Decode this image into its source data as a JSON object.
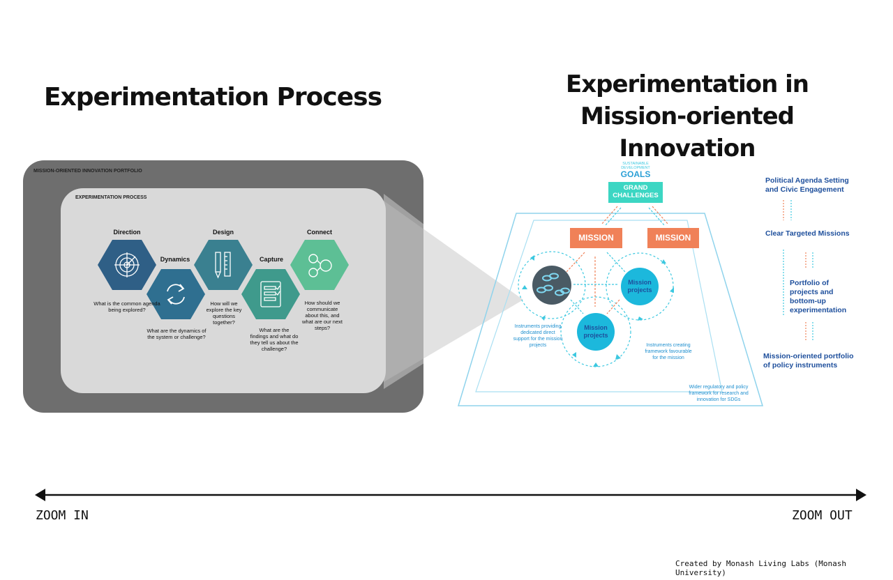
{
  "titles": {
    "left": "Experimentation Process",
    "right": "Experimentation in Mission-oriented Innovation"
  },
  "left_panel": {
    "portfolio_label": "MISSION-ORIENTED INNOVATION PORTFOLIO",
    "process_label": "EXPERIMENTATION PROCESS",
    "steps": [
      {
        "title": "Direction",
        "question": "What is the common agenda being explored?",
        "color": "#2f5f86",
        "icon": "radar-icon"
      },
      {
        "title": "Dynamics",
        "question": "What are the dynamics of the system or challenge?",
        "color": "#2f6f90",
        "icon": "refresh-icon"
      },
      {
        "title": "Design",
        "question": "How will we explore the key questions together?",
        "color": "#3a8090",
        "icon": "pencil-ruler-icon"
      },
      {
        "title": "Capture",
        "question": "What are the findings and what do they tell us about the challenge?",
        "color": "#3f9a8c",
        "icon": "checklist-icon"
      },
      {
        "title": "Connect",
        "question": "How should we communicate about this, and what are our next steps?",
        "color": "#5dbf95",
        "icon": "network-icon"
      }
    ]
  },
  "right_panel": {
    "sdg_lines": [
      "SUSTAINABLE",
      "DEVELOPMENT",
      "GOALS"
    ],
    "grand_challenges": "GRAND CHALLENGES",
    "mission_left": "MISSION",
    "mission_right": "MISSION",
    "mission_projects_1": "Mission projects",
    "mission_projects_2": "Mission projects",
    "instruments_left": "Instruments providing dedicated direct support for the mission projects",
    "instruments_right": "Instruments creating framework favourable for the mission",
    "wider_framework": "Wider regulatory and policy framework for research and innovation for SDGs",
    "levels": [
      "Political Agenda Setting and Civic Engagement",
      "Clear Targeted Missions",
      "Portfolio of projects and bottom-up experimentation",
      "Mission-oriented portfolio of policy instruments"
    ]
  },
  "axis": {
    "left": "ZOOM IN",
    "right": "ZOOM OUT"
  },
  "credit": "Created by Monash Living Labs (Monash University)",
  "colors": {
    "mission_orange": "#f08158",
    "grand_teal": "#3cd6c3",
    "project_cyan": "#1cb8dc",
    "frame_cyan": "#8fd3ec",
    "level_blue": "#1e4f9c"
  }
}
